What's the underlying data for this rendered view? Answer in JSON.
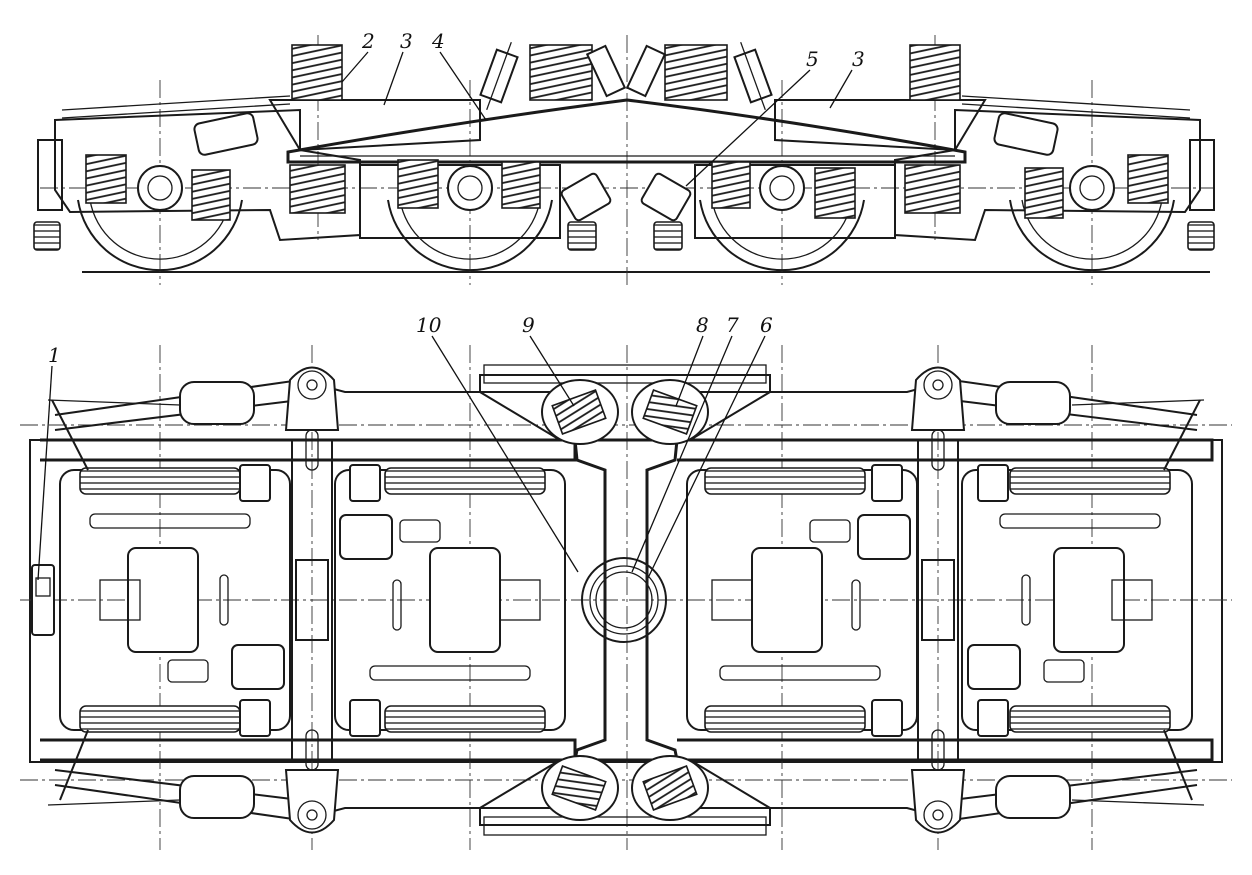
{
  "labels": {
    "side_2": "2",
    "side_3a": "3",
    "side_4": "4",
    "side_5": "5",
    "side_3b": "3",
    "plan_1": "1",
    "plan_10": "10",
    "plan_9": "9",
    "plan_8": "8",
    "plan_7": "7",
    "plan_6": "6"
  },
  "colors": {
    "ink": "#1a1a1a",
    "paper": "#ffffff"
  }
}
